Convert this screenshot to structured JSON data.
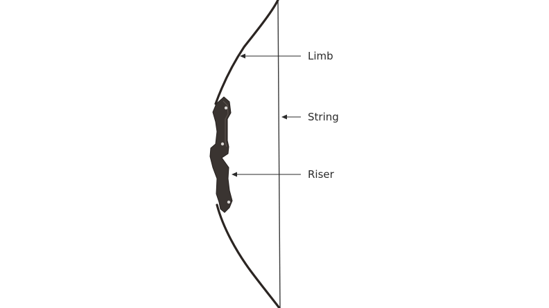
{
  "diagram": {
    "labels": {
      "limb": "Limb",
      "string": "String",
      "riser": "Riser"
    },
    "colors": {
      "bow": "#2b2522",
      "riser_fill": "#3a3431",
      "string": "#3a3a3a",
      "arrow": "#2a2a2a",
      "background": "#ffffff"
    }
  }
}
